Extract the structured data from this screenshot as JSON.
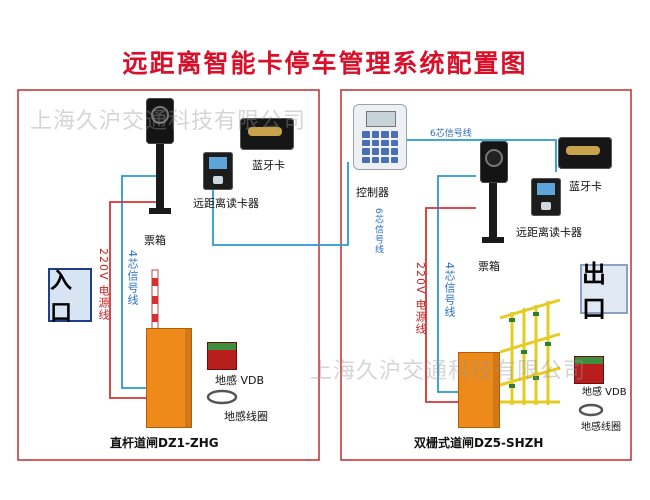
{
  "diagram": {
    "title": "远距离智能卡停车管理系统配置图",
    "watermark": "上海久沪交通科技有限公司",
    "entry": {
      "sign": "入口",
      "ticket_box": "票箱",
      "reader": "远距离读卡器",
      "card": "蓝牙卡",
      "signal_cable": "4芯信号线",
      "power_cable": "220V 电源线",
      "loop_detector": "地感 VDB",
      "loop_coil": "地感线圈",
      "barrier": "直杆道闸DZ1-ZHG"
    },
    "controller": {
      "label": "控制器",
      "cable_to_exit": "6芯信号线",
      "cable_to_entry": "6芯信号线"
    },
    "exit": {
      "sign": "出口",
      "ticket_box": "票箱",
      "reader": "远距离读卡器",
      "card": "蓝牙卡",
      "signal_cable": "4芯信号线",
      "power_cable": "220V 电源线",
      "loop_detector": "地感 VDB",
      "loop_coil": "地感线圈",
      "barrier": "双栅式道闸DZ5-SHZH"
    },
    "colors": {
      "title": "#d8102a",
      "zone_border": "#c23b3b",
      "signal_wire": "#2a9ad0",
      "power_wire": "#d23535",
      "cable_text_blue": "#2a6fc4",
      "cable_text_red": "#c82020",
      "barrier_orange": "#ee8a1a",
      "fence_yellow": "#e6cc22"
    }
  }
}
